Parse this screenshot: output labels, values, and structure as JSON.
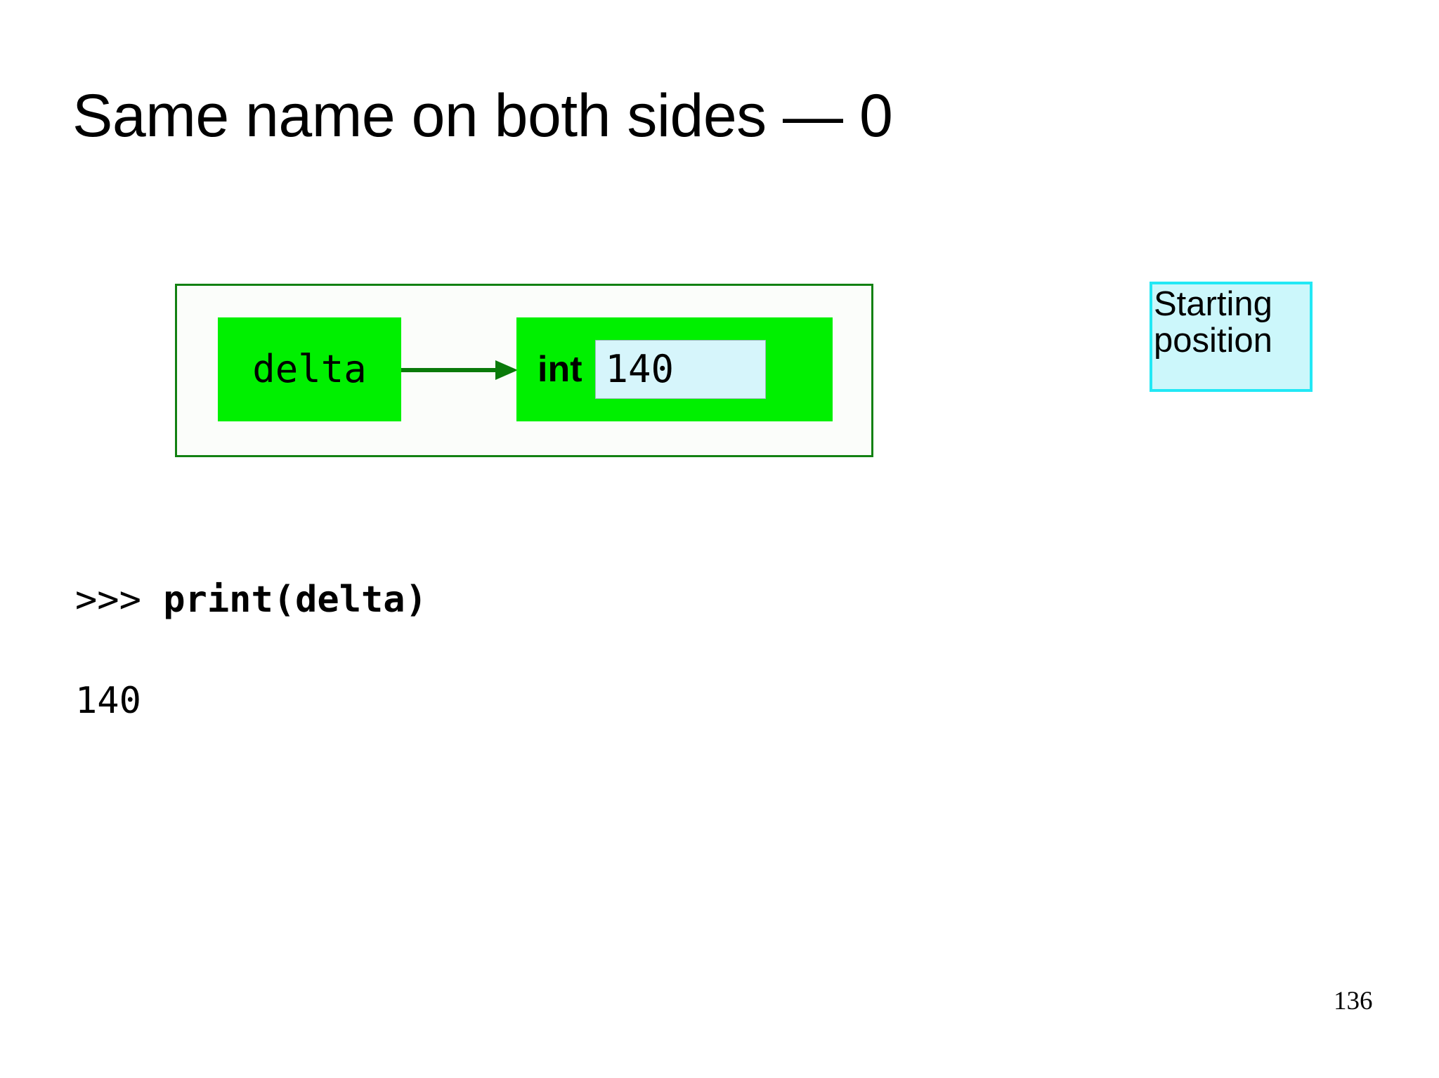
{
  "slide": {
    "title": "Same name on both sides — 0",
    "page_number": "136"
  },
  "object_graph": {
    "frame_border_color": "#128112",
    "frame_fill_color": "#fbfdfa",
    "node_fill_color": "#00f000",
    "arrow_color": "#0a7a0a",
    "name_node": {
      "label": "delta"
    },
    "value_node": {
      "type_label": "int",
      "value": "140",
      "field_fill_color": "#d6f5fb"
    },
    "arrow": {
      "icon": "arrow-right-icon",
      "from": "delta",
      "to": "int"
    }
  },
  "callout": {
    "text": "Starting\nposition",
    "fill_color": "#ccf7fb",
    "border_color": "#22e8f5"
  },
  "console": {
    "prompt_symbol": ">>> ",
    "command": "print(delta)",
    "output": "140"
  }
}
